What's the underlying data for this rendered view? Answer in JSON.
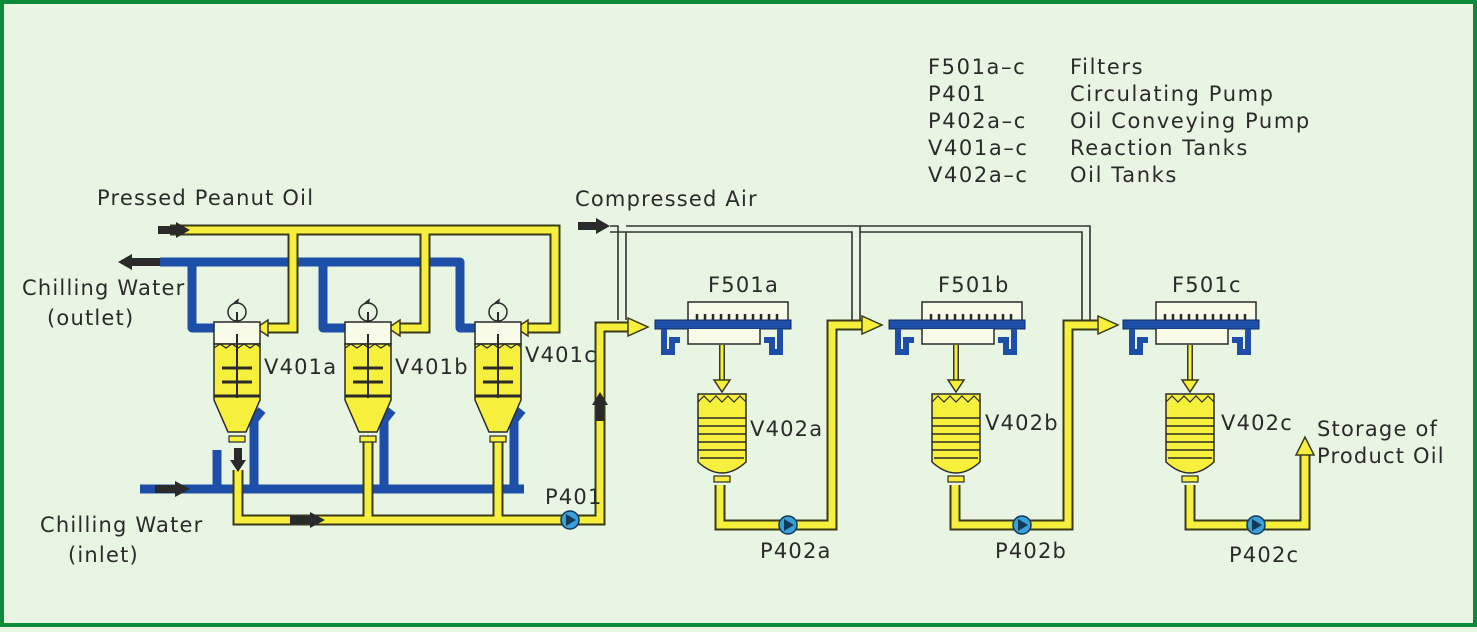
{
  "colors": {
    "background": "#e8f5e2",
    "border": "#0a8a3a",
    "oil_pipe": "#f6f03c",
    "oil_pipe_edge": "#3a3a1a",
    "water_pipe": "#1e4fa8",
    "air_pipe": "#333333",
    "arrow": "#2a2a2a",
    "pump": "#3aa0d8",
    "tank_fill": "#f6f03c"
  },
  "legend": [
    {
      "code": "F501a–c",
      "desc": "Filters"
    },
    {
      "code": "P401",
      "desc": "Circulating Pump"
    },
    {
      "code": "P402a–c",
      "desc": "Oil Conveying Pump"
    },
    {
      "code": "V401a–c",
      "desc": "Reaction Tanks"
    },
    {
      "code": "V402a–c",
      "desc": "Oil Tanks"
    }
  ],
  "streams": {
    "pressed_oil": "Pressed Peanut Oil",
    "chilling_out_1": "Chilling Water",
    "chilling_out_2": "(outlet)",
    "chilling_in_1": "Chilling Water",
    "chilling_in_2": "(inlet)",
    "compressed_air": "Compressed Air",
    "storage_1": "Storage of",
    "storage_2": "Product Oil"
  },
  "reaction_tanks": [
    "V401a",
    "V401b",
    "V401c"
  ],
  "filters": [
    "F501a",
    "F501b",
    "F501c"
  ],
  "oil_tanks": [
    "V402a",
    "V402b",
    "V402c"
  ],
  "circulating_pump": "P401",
  "conveying_pumps": [
    "P402a",
    "P402b",
    "P402c"
  ]
}
